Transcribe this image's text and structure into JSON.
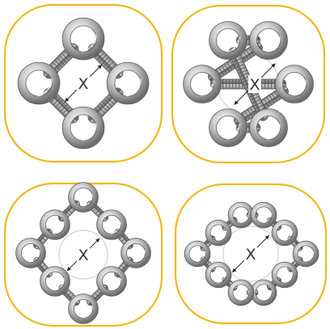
{
  "colors": {
    "frame": "#F2B81C",
    "ring_light": "#f4f4f4",
    "ring_mid": "#c8c8c8",
    "ring_dark": "#7a7a7a",
    "bar": "#9b9b9b",
    "bar_stripe": "#5e5e5e",
    "dim_line": "#222222",
    "guide_circle": "#d9d9d9",
    "label": "#333333"
  },
  "panels": [
    {
      "label": "X",
      "ring_count": 4
    },
    {
      "label": "X",
      "ring_count": 6
    },
    {
      "label": "X",
      "ring_count": 8
    },
    {
      "label": "X",
      "ring_count": 10
    }
  ]
}
